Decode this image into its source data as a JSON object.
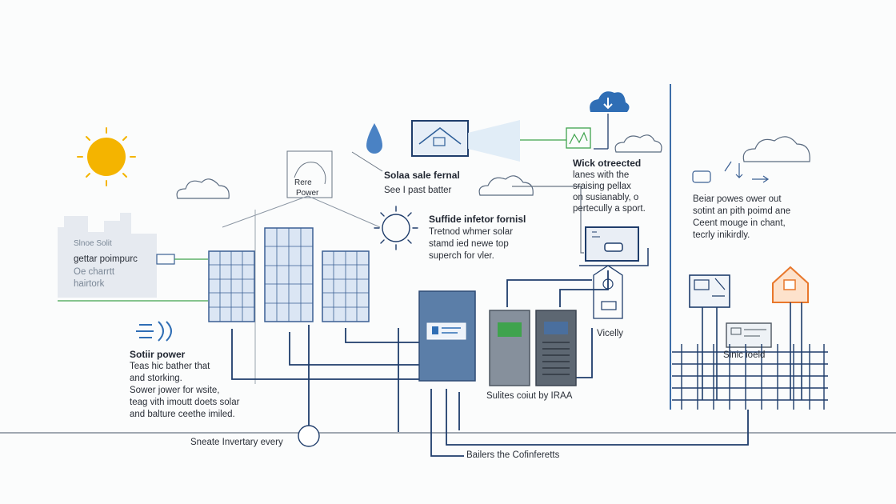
{
  "colors": {
    "line": "#1f3d6b",
    "thin": "#6a7684",
    "panel_fill": "#dbe6f4",
    "panel_stroke": "#3a5f93",
    "sun": "#f4b400",
    "cloud": "#5a6b80",
    "accent_green": "#3fa34d",
    "inverter": "#5b7ea8",
    "battery": "#5d6772",
    "house": "#e8772b"
  },
  "icons": [
    "sun-icon",
    "cloud-icon",
    "water-drop-icon",
    "house-frame-icon",
    "cloud-download-icon",
    "solar-panel-icon",
    "inverter-icon",
    "battery-icon",
    "house-icon",
    "pylon-icon",
    "fence-grid-icon",
    "wind-icon",
    "monitor-icon",
    "connector-icon"
  ],
  "labels": {
    "city": [
      "Slnoe Solit",
      "gettar poimpurc",
      "Oe charrtt",
      "hairtork"
    ],
    "rere": [
      "Rere",
      "Power"
    ],
    "solar_panel": {
      "title": "Solaa sale fernal",
      "lines": [
        "See I past batter"
      ]
    },
    "wick": {
      "title": "Wick otreected",
      "lines": [
        "lanes with the",
        "sraising pellax",
        "on susianably, o",
        "pertecully a sport."
      ]
    },
    "suffide": {
      "title": "Suffide infetor fornisl",
      "lines": [
        "Tretnod whmer solar",
        "stamd ied newe top",
        "superch for vler."
      ]
    },
    "right_note": [
      "Beiar powes ower out",
      "sotint an pith poimd ane",
      "Ceent mouge in chant,",
      "tecrly inikirdly."
    ],
    "solar_power": {
      "title": "Sotiir power",
      "lines": [
        "Teas hic bather that",
        "and storking.",
        "Sower jower for wsite,",
        "teag vith imoutt doets solar",
        "and balture ceethe imiled."
      ]
    },
    "vicelly": "Vicelly",
    "sulites": "Sulites coiut by IRAA",
    "sinic": "Sinic ioeld",
    "bottom_left": "Sneate Invertary every",
    "bottom_mid": "Bailers the Cofinferetts"
  }
}
